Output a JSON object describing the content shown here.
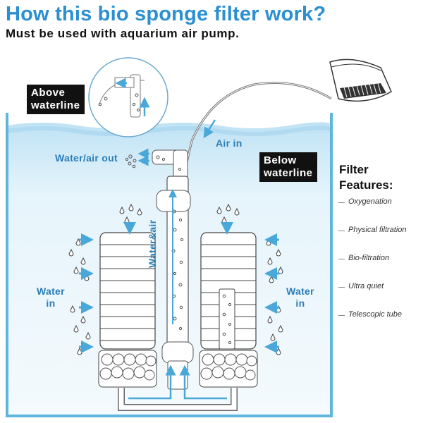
{
  "header": {
    "title": "How this bio sponge filter work?",
    "subtitle": "Must be used with aquarium air pump."
  },
  "labels": {
    "above_waterline": [
      "Above",
      "waterline"
    ],
    "below_waterline": [
      "Below",
      "waterline"
    ],
    "water_air_out": "Water/air out",
    "air_in": "Air in",
    "water_in_left": [
      "Water",
      "in"
    ],
    "water_in_right": [
      "Water",
      "in"
    ],
    "water_and_air": "Water&air"
  },
  "features": {
    "title": [
      "Filter",
      "Features:"
    ],
    "items": [
      "Oxygenation",
      "Physical filtration",
      "Bio-filtration",
      "Ultra quiet",
      "Telescopic tube"
    ]
  },
  "colors": {
    "title": "#2b8fd1",
    "label_blue": "#2a7db8",
    "water": "#d9eef9",
    "tank_wall": "#5fb6dd",
    "arrow": "#4aa8d8"
  }
}
